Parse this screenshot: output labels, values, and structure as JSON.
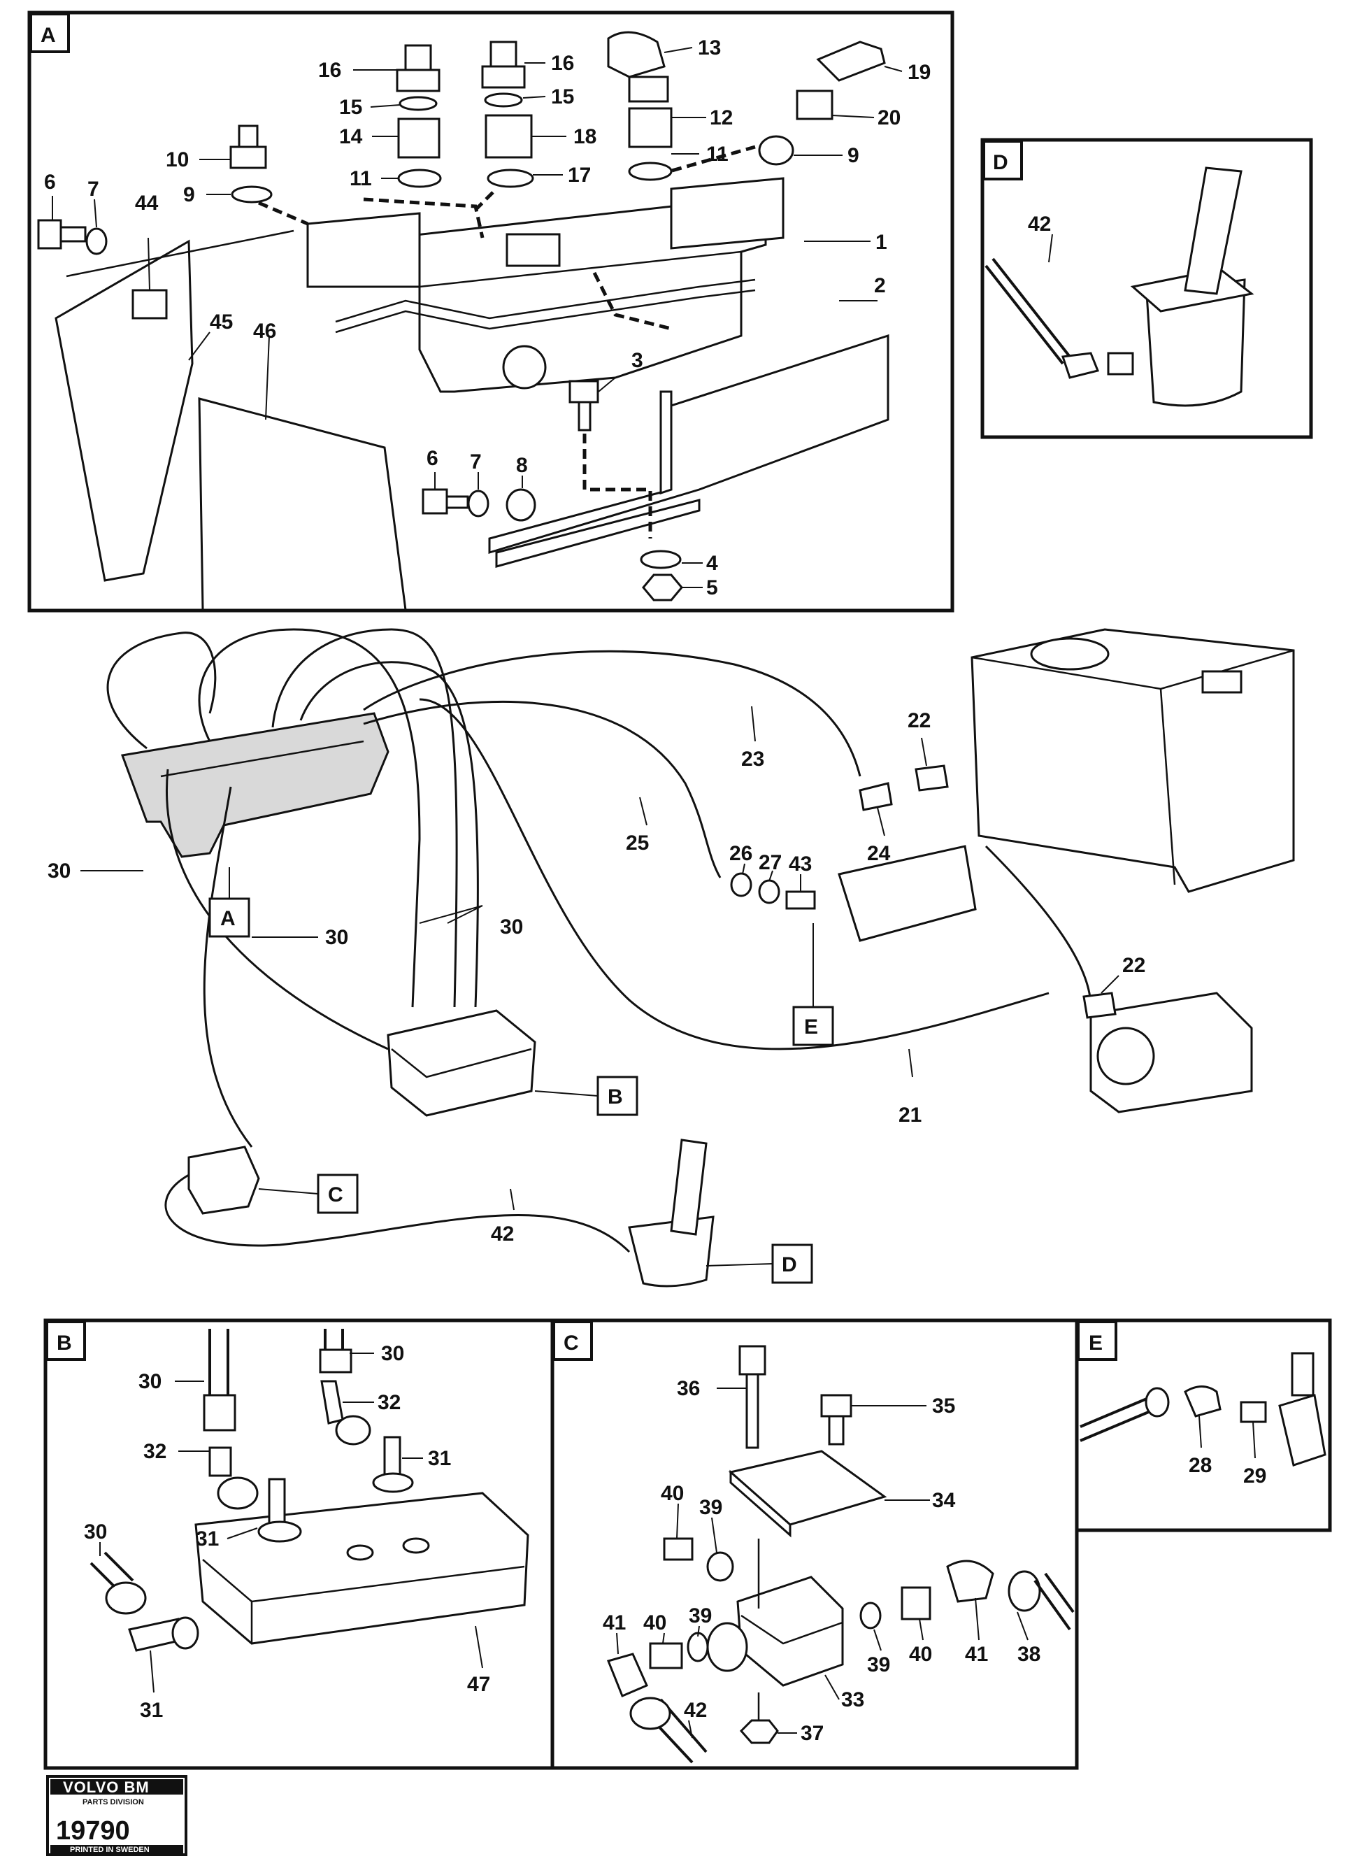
{
  "panels": {
    "A": {
      "tag": "A",
      "callouts": [
        "1",
        "2",
        "3",
        "4",
        "5",
        "6",
        "7",
        "8",
        "9",
        "10",
        "11",
        "12",
        "13",
        "14",
        "15",
        "16",
        "17",
        "18",
        "19",
        "20",
        "44",
        "45",
        "46"
      ]
    },
    "D": {
      "tag": "D",
      "callouts": [
        "42"
      ]
    },
    "B": {
      "tag": "B",
      "callouts": [
        "30",
        "31",
        "32",
        "47"
      ]
    },
    "C": {
      "tag": "C",
      "callouts": [
        "33",
        "34",
        "35",
        "36",
        "37",
        "38",
        "39",
        "40",
        "41",
        "42"
      ]
    },
    "E": {
      "tag": "E",
      "callouts": [
        "28",
        "29"
      ]
    }
  },
  "overview": {
    "callouts": [
      "21",
      "22",
      "23",
      "24",
      "25",
      "26",
      "27",
      "30",
      "42",
      "43"
    ],
    "refs": [
      "A",
      "B",
      "C",
      "D",
      "E"
    ]
  },
  "stamp": {
    "brand": "VOLVO BM",
    "division": "PARTS DIVISION",
    "number": "19790",
    "footer": "PRINTED IN SWEDEN"
  }
}
